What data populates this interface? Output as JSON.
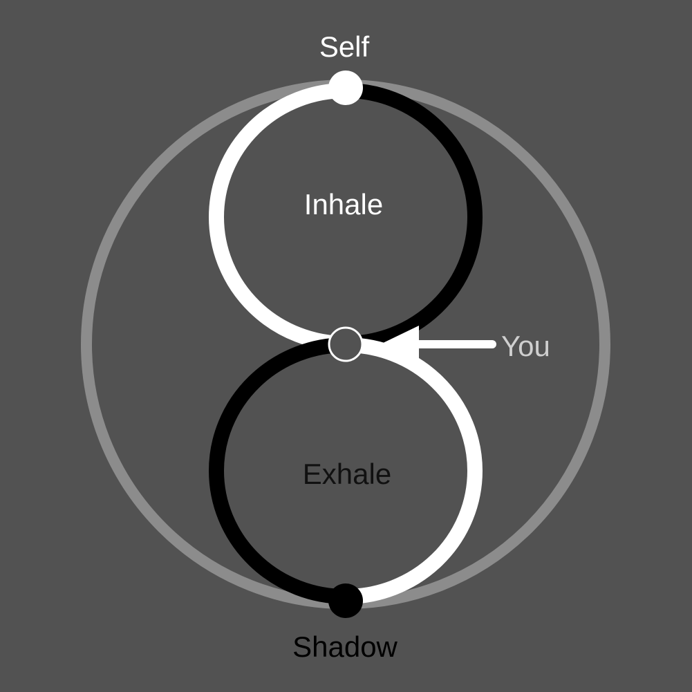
{
  "labels": {
    "top": "Self",
    "upper_loop": "Inhale",
    "lower_loop": "Exhale",
    "pointer": "You",
    "bottom": "Shadow"
  },
  "colors": {
    "background": "#525252",
    "outer_ring": "#8c8c8c",
    "light_stroke": "#ffffff",
    "dark_stroke": "#000000",
    "pointer_text": "#cfcfcf"
  }
}
